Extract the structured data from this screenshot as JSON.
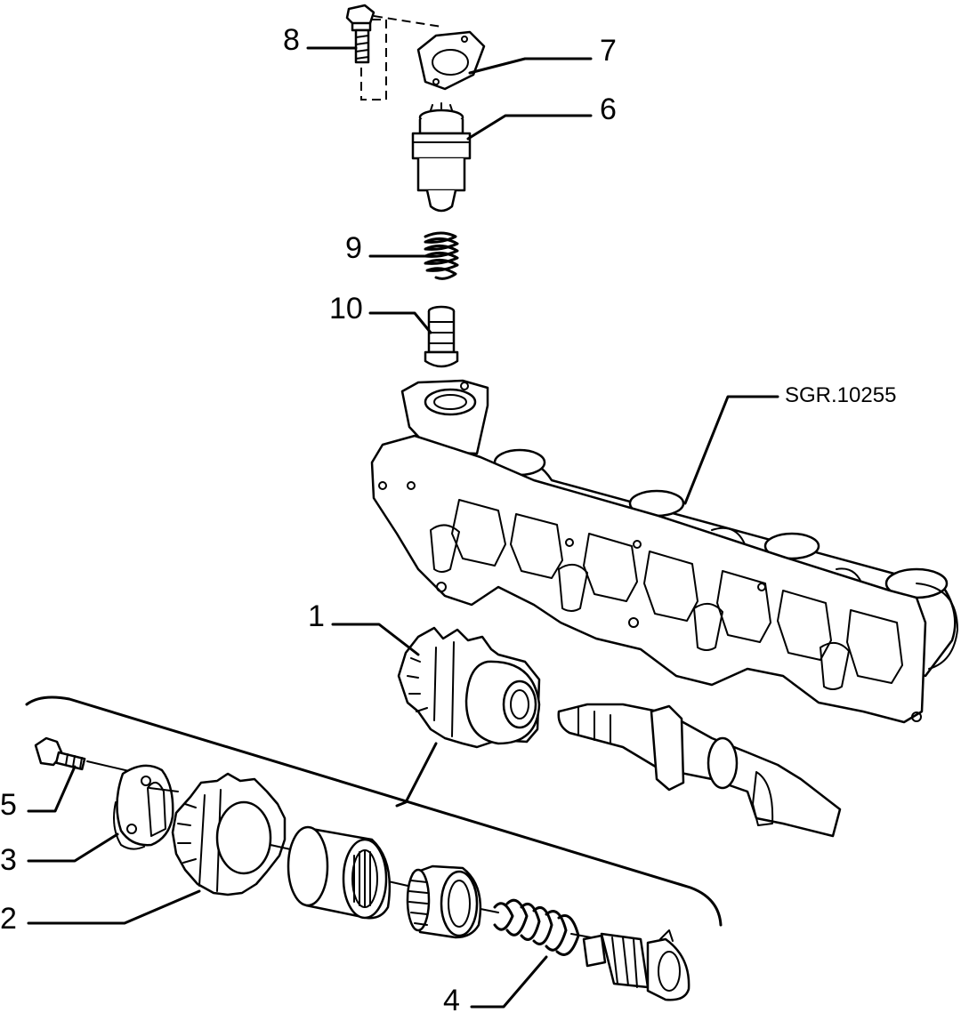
{
  "reference_code": "SGR.10255",
  "callouts": [
    {
      "id": "1",
      "label": "1"
    },
    {
      "id": "2",
      "label": "2"
    },
    {
      "id": "3",
      "label": "3"
    },
    {
      "id": "4",
      "label": "4"
    },
    {
      "id": "5",
      "label": "5"
    },
    {
      "id": "6",
      "label": "6"
    },
    {
      "id": "7",
      "label": "7"
    },
    {
      "id": "8",
      "label": "8"
    },
    {
      "id": "9",
      "label": "9"
    },
    {
      "id": "10",
      "label": "10"
    }
  ]
}
